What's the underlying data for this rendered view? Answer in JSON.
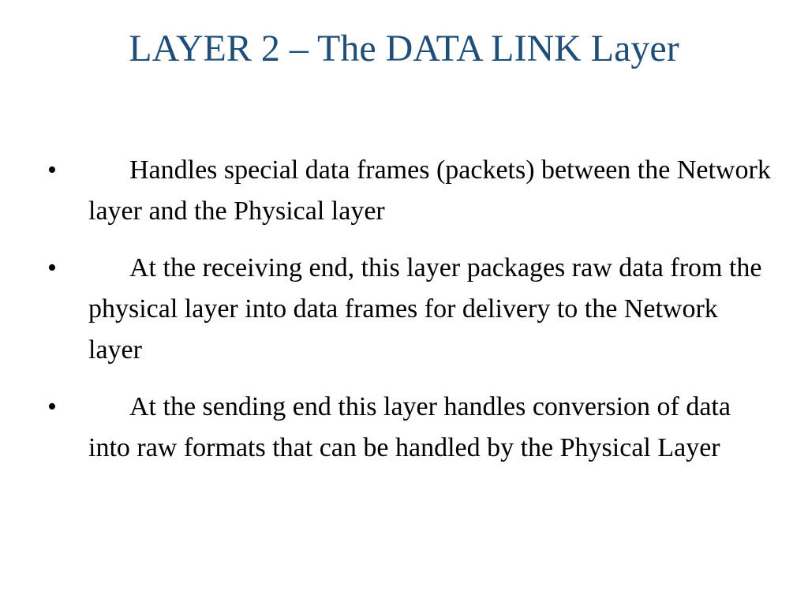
{
  "slide": {
    "title": "LAYER 2 – The DATA LINK Layer",
    "bullet_symbol": "•",
    "bullets": [
      {
        "text": "Handles special data frames (packets) between the Network layer and the Physical layer"
      },
      {
        "text": "At the receiving end, this layer packages raw data from the physical layer into data frames for delivery to the Network layer"
      },
      {
        "text": "At the sending end this layer handles conversion of data into raw formats that can be handled by the Physical Layer"
      }
    ],
    "colors": {
      "title": "#1f4e79",
      "body_text": "#000000",
      "background": "#ffffff"
    }
  }
}
